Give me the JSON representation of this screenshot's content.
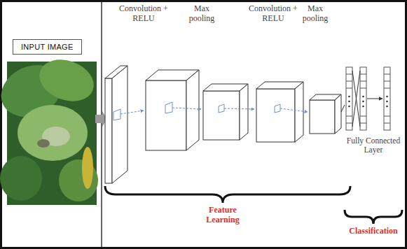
{
  "diagram": {
    "nodes": [
      {
        "text": [
          "INPUT IMAGE"
        ]
      }
    ],
    "labels": [
      "Convolution + RELU",
      "Max pooling",
      "Convolution + RELU",
      "Max pooling",
      "Fully Connected Layer",
      "Feature Learning",
      "Classification"
    ]
  }
}
